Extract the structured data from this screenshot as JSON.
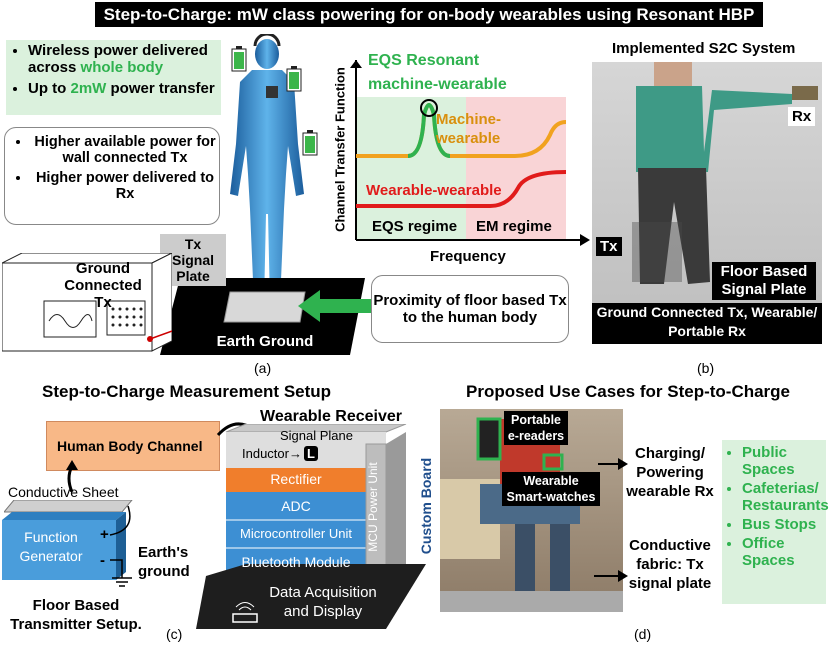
{
  "title": "Step-to-Charge: mW class powering for on-body wearables using Resonant HBP",
  "panel_a": {
    "bullets_top": [
      "Wireless power delivered across ",
      "whole body",
      "Up to ",
      "2mW",
      " power transfer"
    ],
    "bullets_mid": [
      "Higher available power for wall connected Tx",
      "Higher power delivered to Rx"
    ],
    "tx_signal_plate": "Tx Signal Plate",
    "ground_connected_tx": "Ground Connected Tx",
    "earth_ground": "Earth Ground",
    "proximity": "Proximity of floor based Tx to the human body",
    "caption": "(a)"
  },
  "graph": {
    "heading_line1": "EQS Resonant",
    "heading_line2": "machine-wearable",
    "ylabel": "Channel Transfer Function",
    "xlabel": "Frequency",
    "machine_wearable": "Machine-wearable",
    "wearable_wearable": "Wearable-wearable",
    "eqs_regime": "EQS regime",
    "em_regime": "EM regime",
    "colors": {
      "eqs": "#dbf1dd",
      "em": "#f9d4d6",
      "machine": "#f1a21f",
      "wearable": "#e11b1b",
      "peak": "#2fb24f"
    }
  },
  "panel_b": {
    "title": "Implemented S2C System",
    "rx": "Rx",
    "tx": "Tx",
    "floor_plate": "Floor Based Signal Plate",
    "footer": "Ground Connected Tx, Wearable/ Portable Rx",
    "caption": "(b)"
  },
  "panel_c": {
    "title": "Step-to-Charge Measurement Setup",
    "human_body_channel": "Human Body Channel",
    "conductive_sheet": "Conductive Sheet",
    "function_generator": "Function Generator",
    "plus": "+",
    "minus": "-",
    "earths_ground": "Earth's ground",
    "floor_tx": "Floor Based Transmitter Setup.",
    "wearable_receiver": "Wearable Receiver",
    "signal_plane": "Signal Plane",
    "inductor": "Inductor",
    "inductor_l": "L",
    "rectifier": "Rectifier",
    "adc": "ADC",
    "mcu": "Microcontroller Unit",
    "bluetooth": "Bluetooth Module",
    "mcu_power": "MCU Power Unit",
    "custom_board": "Custom Board",
    "daq": "Data Acquisition and Display",
    "caption": "(c)"
  },
  "panel_d": {
    "title": "Proposed Use Cases for Step-to-Charge",
    "portable_ereaders": "Portable e-readers",
    "wearable_watches": "Wearable Smart-watches",
    "charging": "Charging/ Powering wearable Rx",
    "conductive_fabric": "Conductive fabric: Tx signal plate",
    "use_cases": [
      "Public Spaces",
      "Cafeterias/ Restaurants",
      "Bus Stops",
      "Office Spaces"
    ],
    "caption": "(d)"
  }
}
